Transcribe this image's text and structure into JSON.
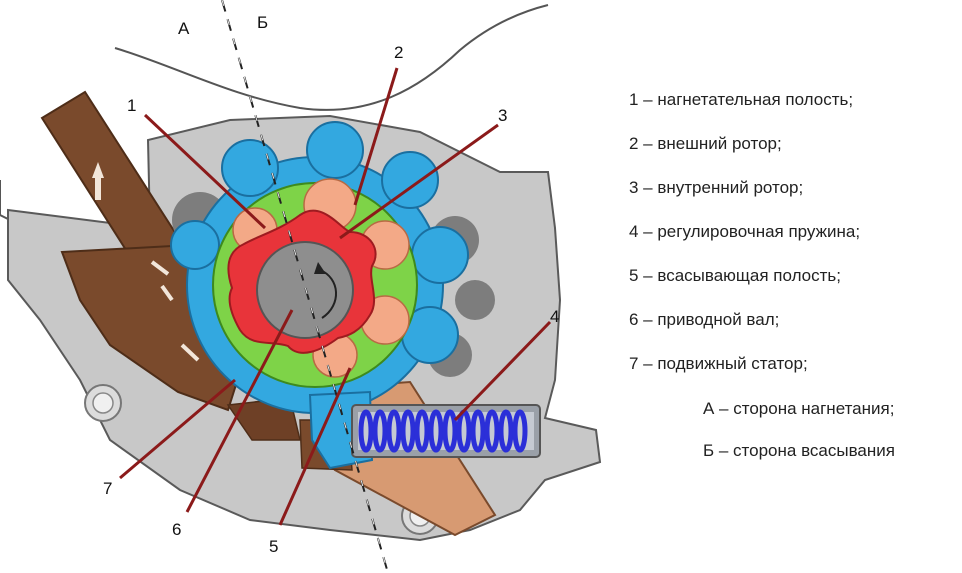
{
  "diagram": {
    "side_a": "А",
    "side_b": "Б",
    "callouts": [
      "1",
      "2",
      "3",
      "4",
      "5",
      "6",
      "7"
    ]
  },
  "legend": [
    "1 – нагнетательная полость;",
    "2 – внешний ротор;",
    "3 – внутренний ротор;",
    "4 – регулировочная пружина;",
    "5 – всасывающая полость;",
    "6 – приводной вал;",
    "7 – подвижный статор;",
    "А – сторона нагнетания;",
    "Б – сторона всасывания"
  ],
  "colors": {
    "housing": "#c8c8c8",
    "housing_edge": "#5a5a5a",
    "oil_channel": "#7a4a2c",
    "stator_blue": "#33a8e0",
    "outer_rotor_green": "#7ed348",
    "inner_rotor_red": "#e8343a",
    "pump_chamber_peach": "#f3a987",
    "shaft_grey": "#8e8e8e",
    "spring_blue": "#2b2fd8",
    "leader_line": "#8b1a1a"
  }
}
